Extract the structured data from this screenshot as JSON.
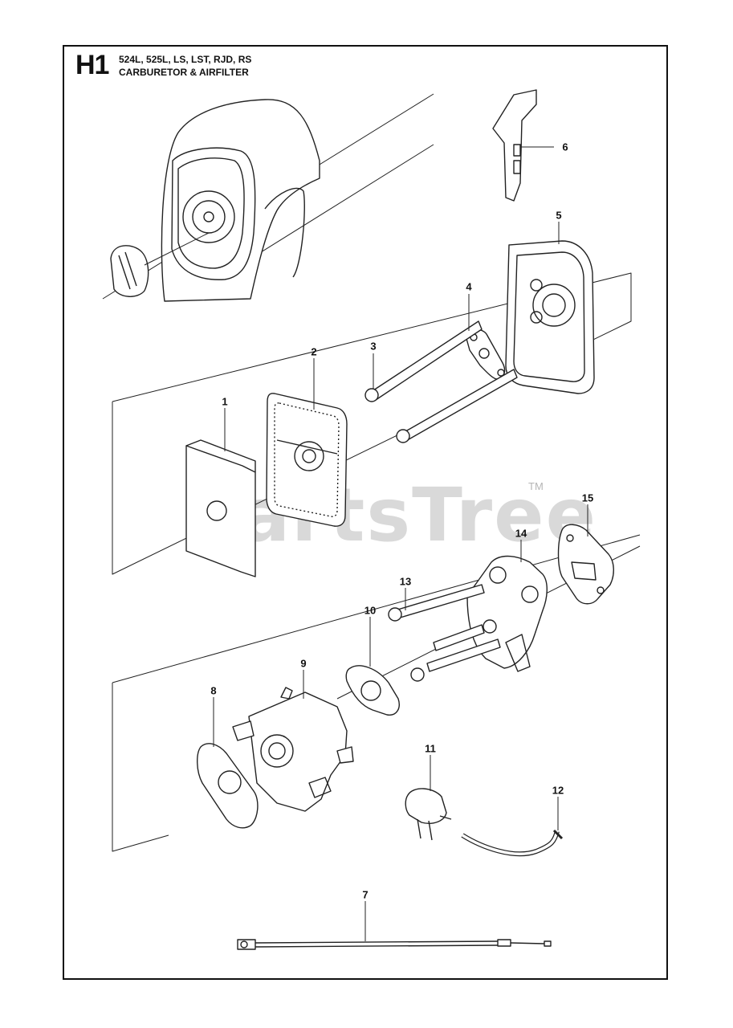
{
  "header": {
    "code": "H1",
    "models": "524L, 525L, LS, LST, RJD, RS",
    "section": "CARBURETOR & AIRFILTER"
  },
  "watermark": {
    "text": "PartsTree",
    "tm": "TM"
  },
  "callouts": [
    {
      "id": "1",
      "label": "1"
    },
    {
      "id": "2",
      "label": "2"
    },
    {
      "id": "3",
      "label": "3"
    },
    {
      "id": "4",
      "label": "4"
    },
    {
      "id": "5",
      "label": "5"
    },
    {
      "id": "6",
      "label": "6"
    },
    {
      "id": "7",
      "label": "7"
    },
    {
      "id": "8",
      "label": "8"
    },
    {
      "id": "9",
      "label": "9"
    },
    {
      "id": "10",
      "label": "10"
    },
    {
      "id": "11",
      "label": "11"
    },
    {
      "id": "12",
      "label": "12"
    },
    {
      "id": "13",
      "label": "13"
    },
    {
      "id": "14",
      "label": "14"
    },
    {
      "id": "15",
      "label": "15"
    }
  ]
}
